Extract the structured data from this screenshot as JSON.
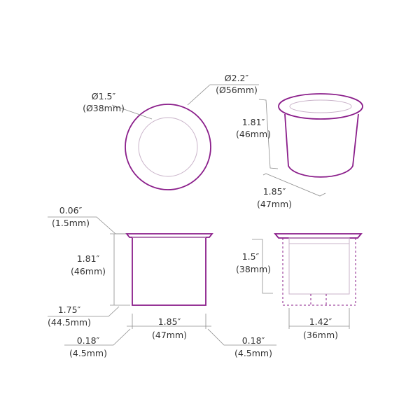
{
  "colors": {
    "outline": "#8a1d8a",
    "dimension_line": "#8c8c8c",
    "text": "#333333",
    "background": "#ffffff"
  },
  "top_view": {
    "inner_diameter": {
      "inch": "Ø1.5″",
      "mm": "(Ø38mm)"
    },
    "outer_diameter": {
      "inch": "Ø2.2″",
      "mm": "(Ø56mm)"
    }
  },
  "perspective_view": {
    "height": {
      "inch": "1.81″",
      "mm": "(46mm)"
    },
    "width": {
      "inch": "1.85″",
      "mm": "(47mm)"
    }
  },
  "side_view": {
    "flange_thickness": {
      "inch": "0.06″",
      "mm": "(1.5mm)"
    },
    "total_height": {
      "inch": "1.81″",
      "mm": "(46mm)"
    },
    "body_height": {
      "inch": "1.75″",
      "mm": "(44.5mm)"
    },
    "body_width": {
      "inch": "1.85″",
      "mm": "(47mm)"
    },
    "flange_overhang_left": {
      "inch": "0.18″",
      "mm": "(4.5mm)"
    },
    "flange_overhang_right": {
      "inch": "0.18″",
      "mm": "(4.5mm)"
    }
  },
  "section_view": {
    "inner_depth": {
      "inch": "1.5″",
      "mm": "(38mm)"
    },
    "inner_width": {
      "inch": "1.42″",
      "mm": "(36mm)"
    }
  }
}
